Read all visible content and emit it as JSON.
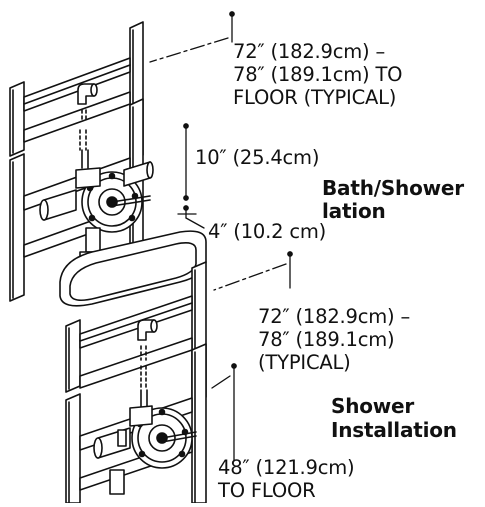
{
  "dimensions": {
    "upper_height_line1": "72″ (182.9cm) –",
    "upper_height_line2": "78″ (189.1cm) TO",
    "upper_height_line3": "FLOOR (TYPICAL)",
    "spacing": "10″ (25.4cm)",
    "offset": "4″ (10.2 cm)",
    "lower_height_line1": "72″ (182.9cm) –",
    "lower_height_line2": "78″ (189.1cm)",
    "lower_height_line3": "(TYPICAL)",
    "valve_height_line1": "48″ (121.9cm)",
    "valve_height_line2": "TO FLOOR"
  },
  "headings": {
    "bath_line1": "Bath/Shower",
    "bath_line2": "lation",
    "shower_line1": "Shower",
    "shower_line2": "Installation"
  },
  "colors": {
    "ink": "#111111",
    "background": "#ffffff"
  }
}
